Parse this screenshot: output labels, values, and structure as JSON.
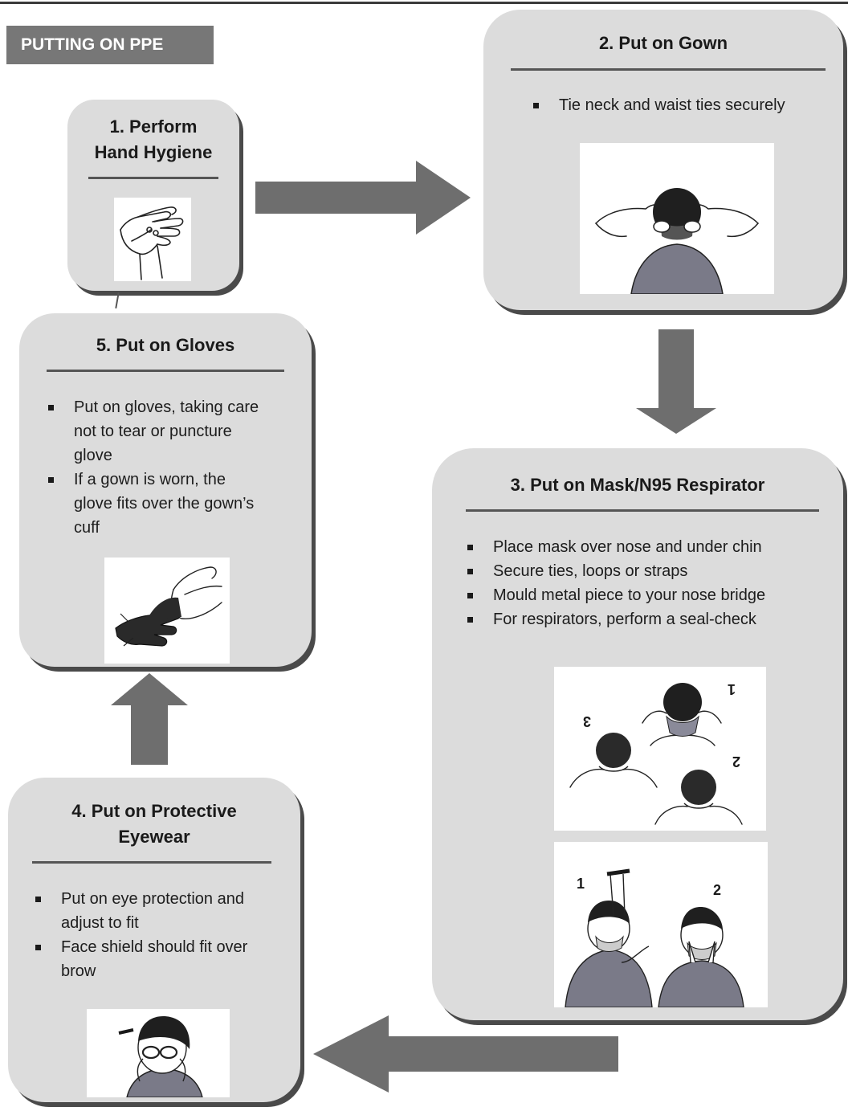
{
  "header": {
    "label": "PUTTING ON PPE"
  },
  "steps": {
    "s1": {
      "title_line1": "1.  Perform",
      "title_line2": "Hand Hygiene"
    },
    "s2": {
      "title": "2.  Put on Gown",
      "bullets": [
        "Tie neck and waist ties securely"
      ]
    },
    "s3": {
      "title": "3.  Put on Mask/N95 Respirator",
      "bullets": [
        "Place mask over nose and under chin",
        "Secure ties, loops or straps",
        "Mould metal piece to your nose bridge",
        "For respirators, perform a seal-check"
      ],
      "tie_step_labels": [
        "1",
        "2",
        "3"
      ],
      "seal_step_labels": [
        "1",
        "2"
      ]
    },
    "s4": {
      "title_line1": "4.  Put on Protective",
      "title_line2": "Eyewear",
      "bullets": [
        [
          "Put on eye protection and",
          "adjust to fit"
        ],
        [
          "Face shield should fit over",
          "brow"
        ]
      ]
    },
    "s5": {
      "title": "5.  Put on Gloves",
      "bullets": [
        [
          "Put on gloves, taking care",
          "not to tear or puncture",
          "glove"
        ],
        [
          "If a gown is worn, the",
          "glove fits over the gown’s",
          "cuff"
        ]
      ]
    }
  },
  "colors": {
    "card": "#dcdcdc",
    "shadow": "#4a4a4a",
    "arrow": "#6e6e6e",
    "label_bg": "#777777"
  }
}
